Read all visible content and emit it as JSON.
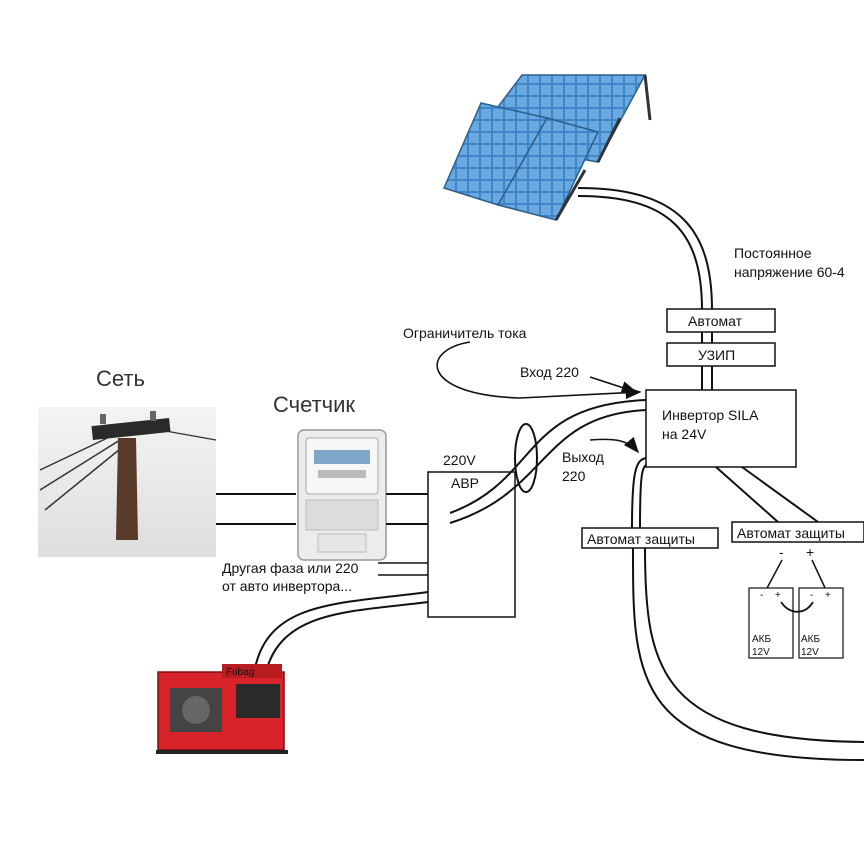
{
  "labels": {
    "grid": "Сеть",
    "meter": "Счетчик",
    "dc_voltage_line1": "Постоянное",
    "dc_voltage_line2": "напряжение 60-4",
    "breaker_top": "Автомат",
    "spd": "УЗИП",
    "current_limiter": "Ограничитель тока",
    "input_220": "Вход 220",
    "output_220_line1": "Выход",
    "output_220_line2": "220",
    "inverter_line1": "Инвертор SILA",
    "inverter_line2": "на 24V",
    "ats_voltage": "220V",
    "ats": "АВР",
    "other_phase_line1": "Другая фаза или 220",
    "other_phase_line2": "от авто инвертора...",
    "protection_breaker_left": "Автомат защиты",
    "protection_breaker_right": "Автомат защиты",
    "minus": "-",
    "plus": "+",
    "battery1_line1": "АКБ",
    "battery1_line2": "12V",
    "battery2_line1": "АКБ",
    "battery2_line2": "12V",
    "generator_brand": "Fubag"
  },
  "icons": {
    "solar": "solar-panel-icon",
    "pole": "utility-pole-icon",
    "meter": "electric-meter-icon",
    "generator": "generator-icon"
  },
  "colors": {
    "solar_blue": "#3f86c9",
    "generator_red": "#d8232a"
  }
}
